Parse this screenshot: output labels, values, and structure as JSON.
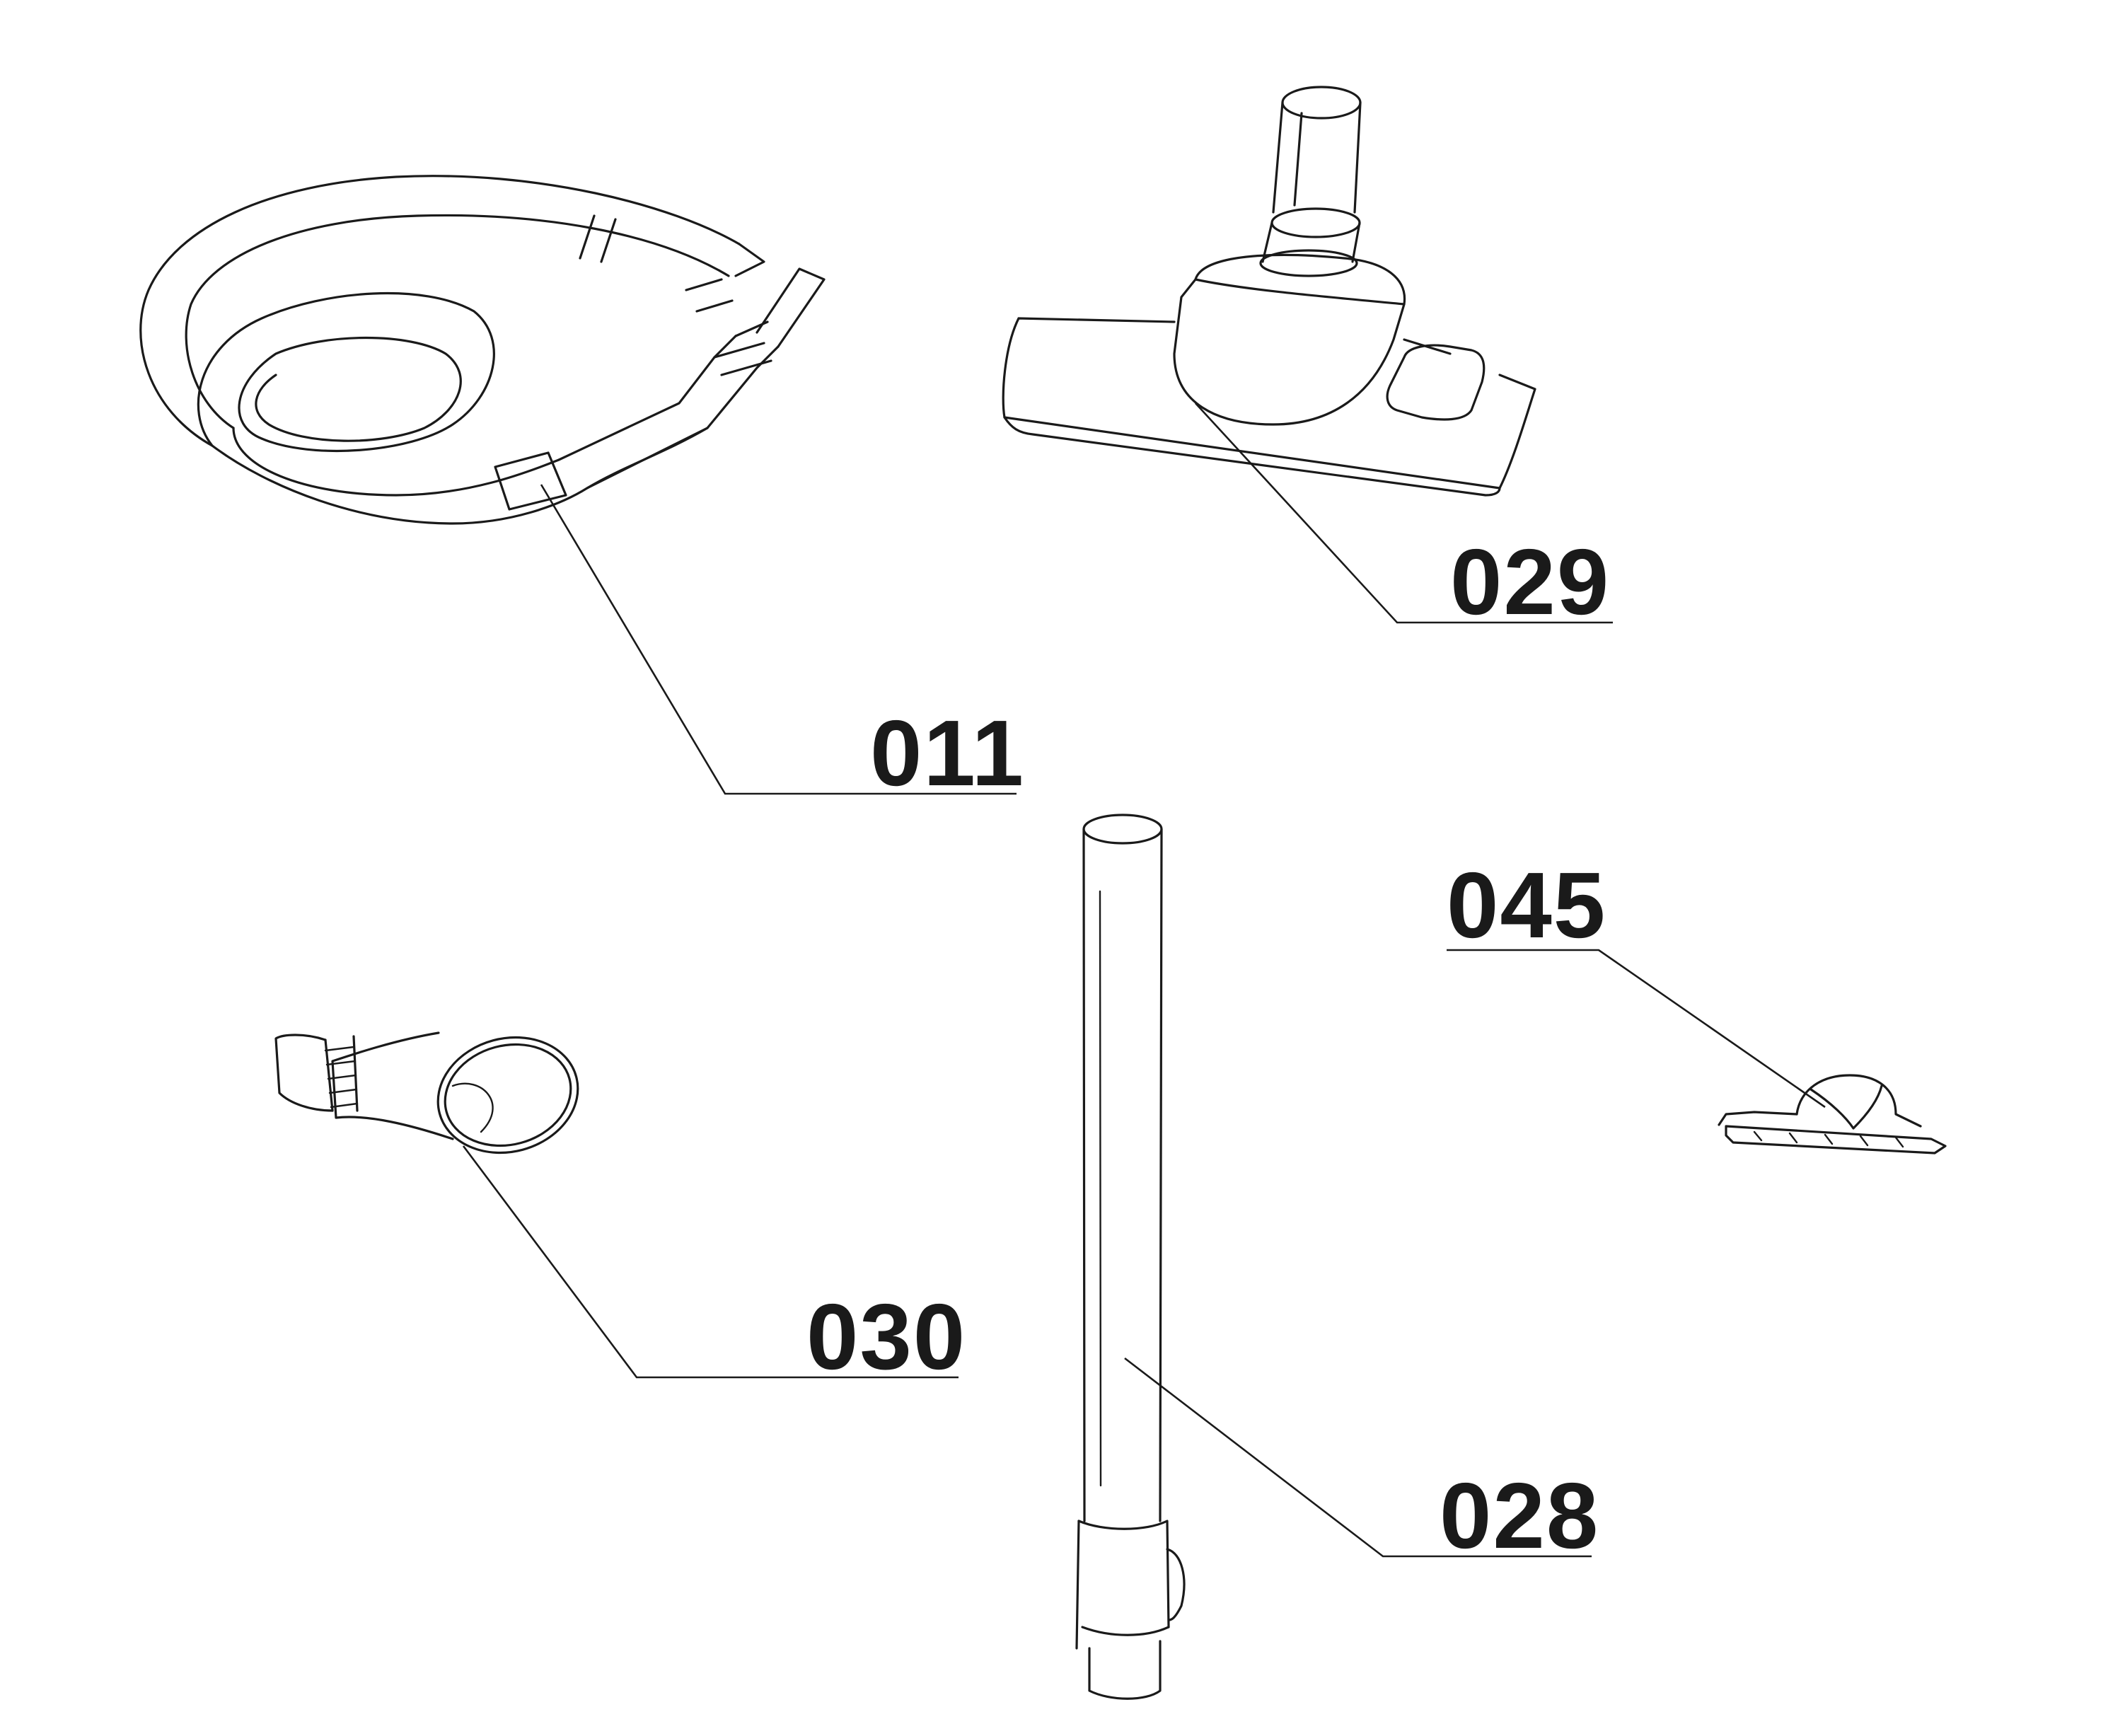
{
  "diagram": {
    "parts": [
      {
        "id": "hose",
        "label": "011",
        "name": "hose-assembly"
      },
      {
        "id": "floor_brush",
        "label": "029",
        "name": "floor-brush"
      },
      {
        "id": "tube",
        "label": "028",
        "name": "extension-tube"
      },
      {
        "id": "crevice_nozzle",
        "label": "030",
        "name": "crevice-nozzle"
      },
      {
        "id": "small_brush",
        "label": "045",
        "name": "small-brush"
      }
    ],
    "colors": {
      "line": "#1a1a1a",
      "background": "#ffffff"
    }
  }
}
